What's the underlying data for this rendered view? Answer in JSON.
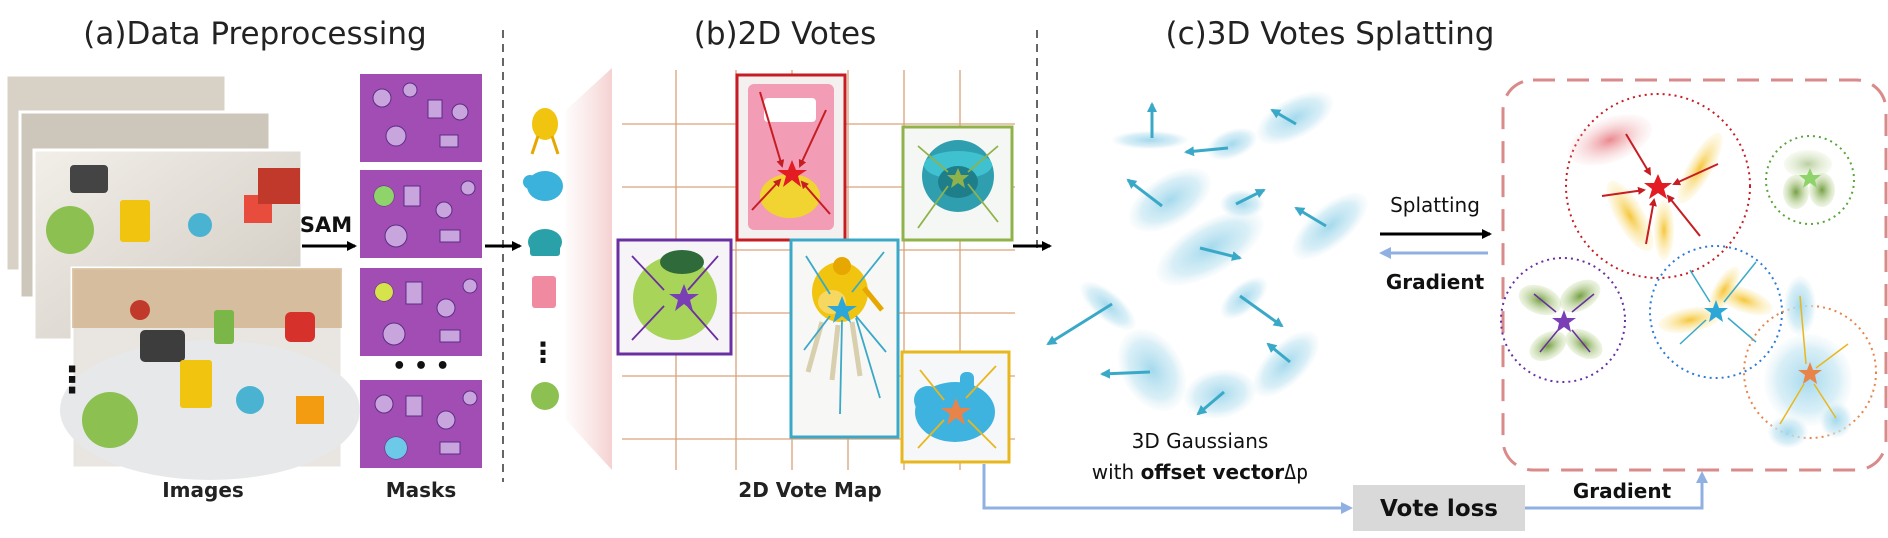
{
  "sections": {
    "a_title": "(a)Data Preprocessing",
    "b_title": "(b)2D Votes",
    "c_title": "(c)3D Votes Splatting"
  },
  "labels": {
    "sam": "SAM",
    "images": "Images",
    "masks": "Masks",
    "vote_map": "2D Vote Map",
    "gaussians_line1": "3D Gaussians",
    "gaussians_line2_prefix": "with ",
    "gaussians_line2_bold": "offset vector",
    "gaussians_line2_symbol": "Δp",
    "splatting": "Splatting",
    "gradient_top": "Gradient",
    "gradient_bottom": "Gradient",
    "vote_loss": "Vote loss",
    "ellipsis_vertical": "⋮",
    "ellipsis_masks": "• • •"
  },
  "colors": {
    "purple": "#6a2fa0",
    "red": "#c61d23",
    "green": "#8fb34a",
    "cyan": "#3aa9c8",
    "yellow": "#e8b71d",
    "orange": "#e8844a",
    "grid": "#d9a27a",
    "arrow_blue": "#8fb0e0",
    "dash_red": "#d98a8a",
    "loss_box": "#d9d9d9",
    "mask_bg": "#a24db3"
  },
  "icons": [
    "star-icon",
    "arrow-icon"
  ]
}
